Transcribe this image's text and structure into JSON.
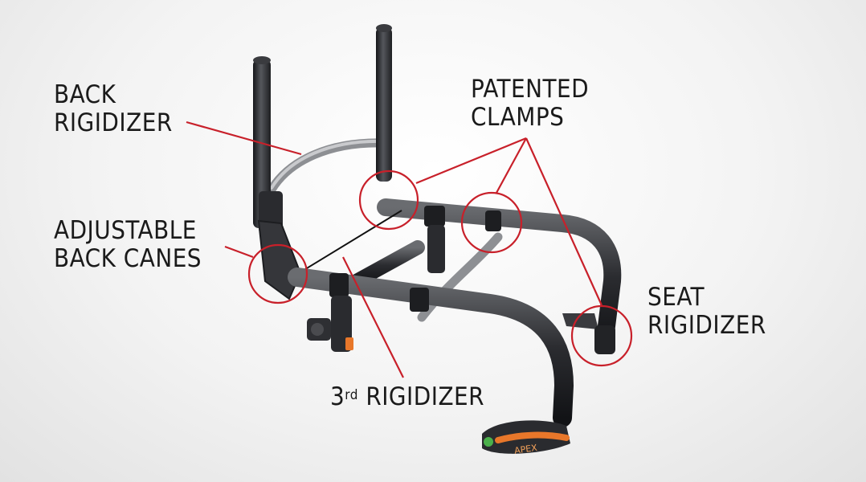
{
  "labels": {
    "back_rigidizer": {
      "line1": "BACK",
      "line2": "RIGIDIZER"
    },
    "patented_clamps": {
      "line1": "PATENTED",
      "line2": "CLAMPS"
    },
    "adjustable_back_canes": {
      "line1": "ADJUSTABLE",
      "line2": "BACK CANES"
    },
    "seat_rigidizer": {
      "line1": "SEAT",
      "line2": "RIGIDIZER"
    },
    "third_rigidizer": {
      "number": "3",
      "superscript": "rd",
      "text": "RIGIDIZER"
    }
  },
  "brand_mark": "APEX",
  "colors": {
    "callout": "#c8202a",
    "frame": "#2e2f33",
    "accent": "#e8772a",
    "text": "#1a1a1a"
  }
}
